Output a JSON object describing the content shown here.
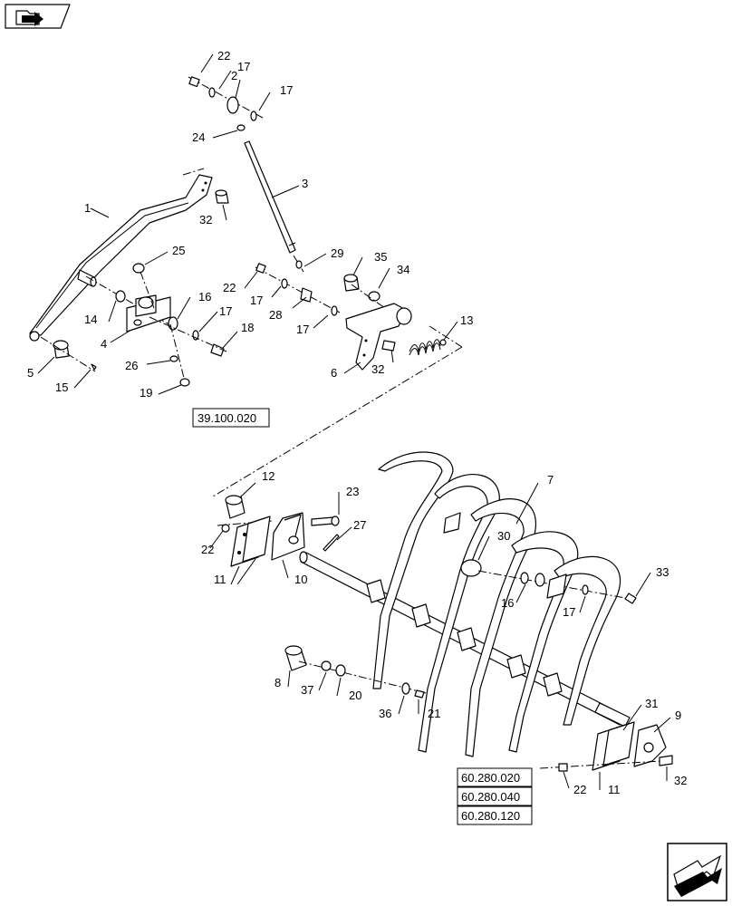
{
  "icons": {
    "top_left": "folder-arrow-icon",
    "bottom_right": "next-page-arrow-icon"
  },
  "callouts": {
    "c22a": "22",
    "c17a": "17",
    "c2": "2",
    "c17b": "17",
    "c24": "24",
    "c3": "3",
    "c1": "1",
    "c32a": "32",
    "c25": "25",
    "c29": "29",
    "c35": "35",
    "c34": "34",
    "c13": "13",
    "c22b": "22",
    "c17c": "17",
    "c28": "28",
    "c17d": "17",
    "c14": "14",
    "c4": "4",
    "c16a": "16",
    "c17e": "17",
    "c18": "18",
    "c5": "5",
    "c15": "15",
    "c26": "26",
    "c19": "19",
    "c6": "6",
    "c32b": "32",
    "c12": "12",
    "c23": "23",
    "c27": "27",
    "c22c": "22",
    "c11a": "11",
    "c10": "10",
    "c7": "7",
    "c30": "30",
    "c33": "33",
    "c16b": "16",
    "c17f": "17",
    "c8": "8",
    "c37": "37",
    "c20": "20",
    "c36": "36",
    "c21": "21",
    "c31": "31",
    "c9": "9",
    "c22d": "22",
    "c11b": "11",
    "c32c": "32"
  },
  "refs": {
    "r39100020": "39.100.020",
    "r60280020": "60.280.020",
    "r60280040": "60.280.040",
    "r60280120": "60.280.120"
  }
}
